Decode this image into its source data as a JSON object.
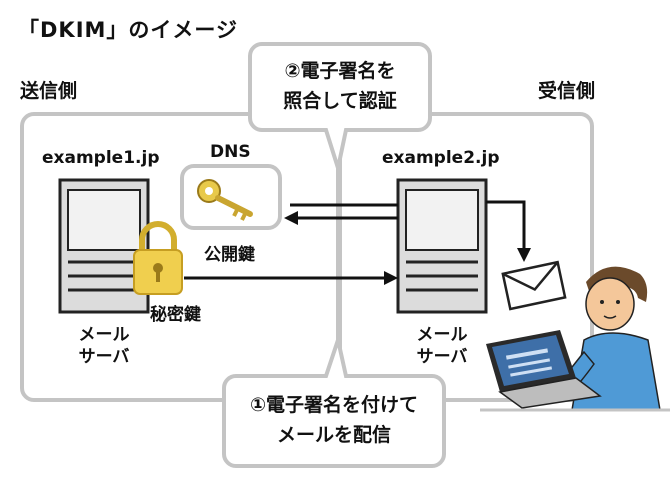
{
  "title": "「DKIM」のイメージ",
  "left": {
    "label": "送信側",
    "domain": "example1.jp",
    "server_line1": "メール",
    "server_line2": "サーバ",
    "dns_label": "DNS",
    "public_key_label": "公開鍵",
    "private_key_label": "秘密鍵"
  },
  "right": {
    "label": "受信側",
    "domain": "example2.jp",
    "server_line1": "メール",
    "server_line2": "サーバ"
  },
  "bubble_top": {
    "line1": "②電子署名を",
    "line2": "照合して認証"
  },
  "bubble_bottom": {
    "line1": "①電子署名を付けて",
    "line2": "メールを配信"
  },
  "colors": {
    "panel_border": "#c4c4c4",
    "server_fill": "#dcdcdc",
    "server_stroke": "#222222",
    "key_gold": "#e8c94a",
    "lock_gold": "#f0cf4e",
    "person_skin": "#f4c79a",
    "person_shirt": "#4f9ad6",
    "laptop_screen": "#3e6fa8"
  }
}
